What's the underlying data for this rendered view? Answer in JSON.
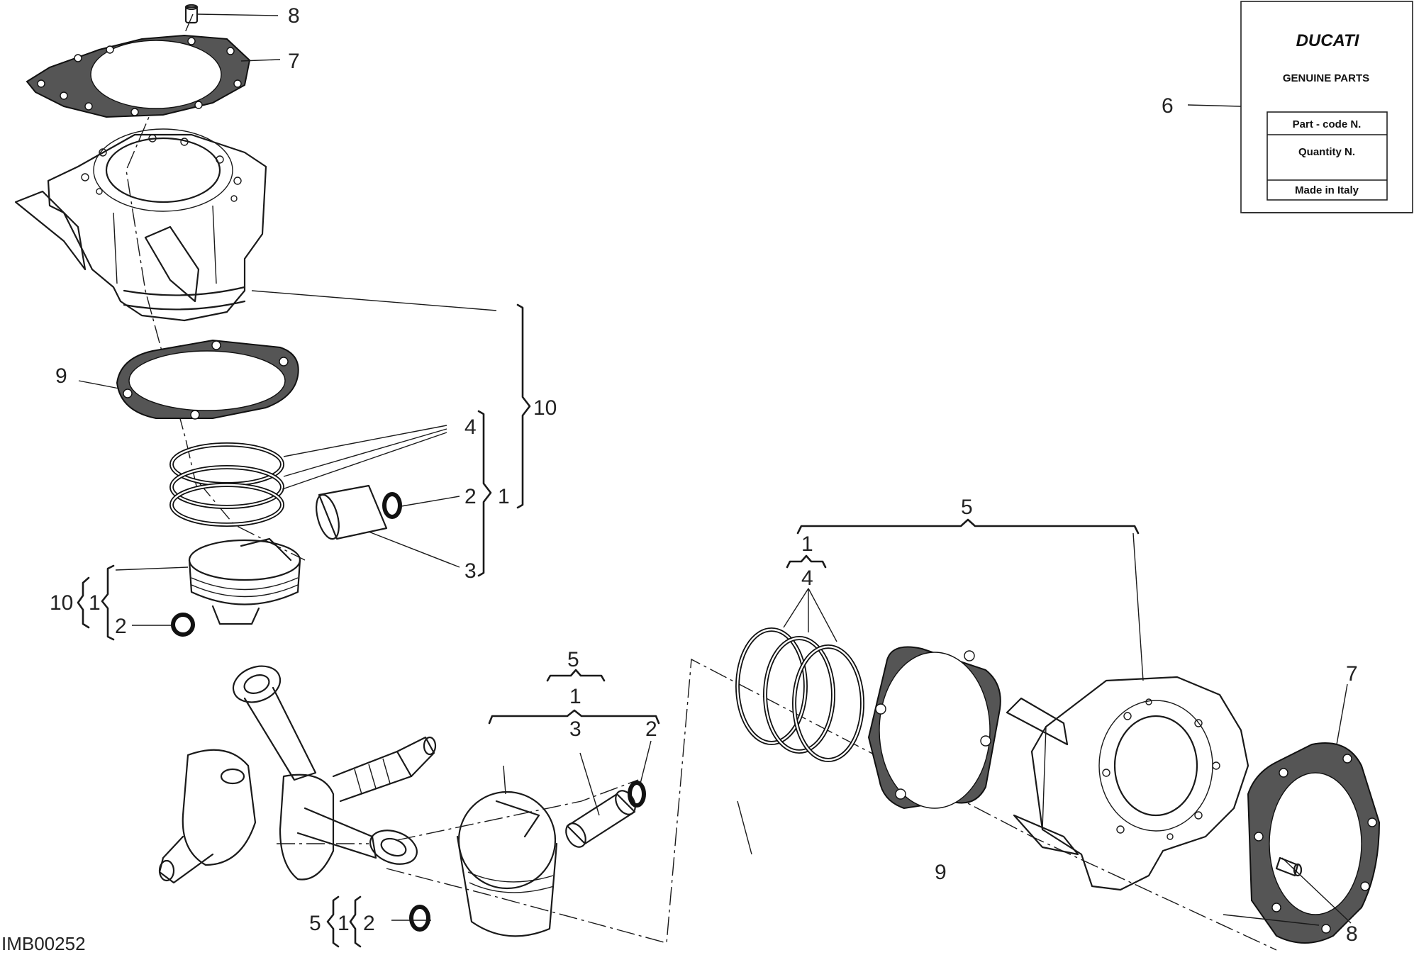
{
  "diagram_id": "IMB00252",
  "label": {
    "brand": "DUCATI",
    "genuine": "GENUINE PARTS",
    "part_code": "Part - code N.",
    "quantity": "Quantity N.",
    "made_in": "Made in Italy"
  },
  "callouts": {
    "c1": "1",
    "c2": "2",
    "c3": "3",
    "c4": "4",
    "c5": "5",
    "c6": "6",
    "c7": "7",
    "c8": "8",
    "c9": "9",
    "c10": "10"
  },
  "colors": {
    "line": "#1a1a1a",
    "gasket": "#555555",
    "background": "#ffffff"
  }
}
